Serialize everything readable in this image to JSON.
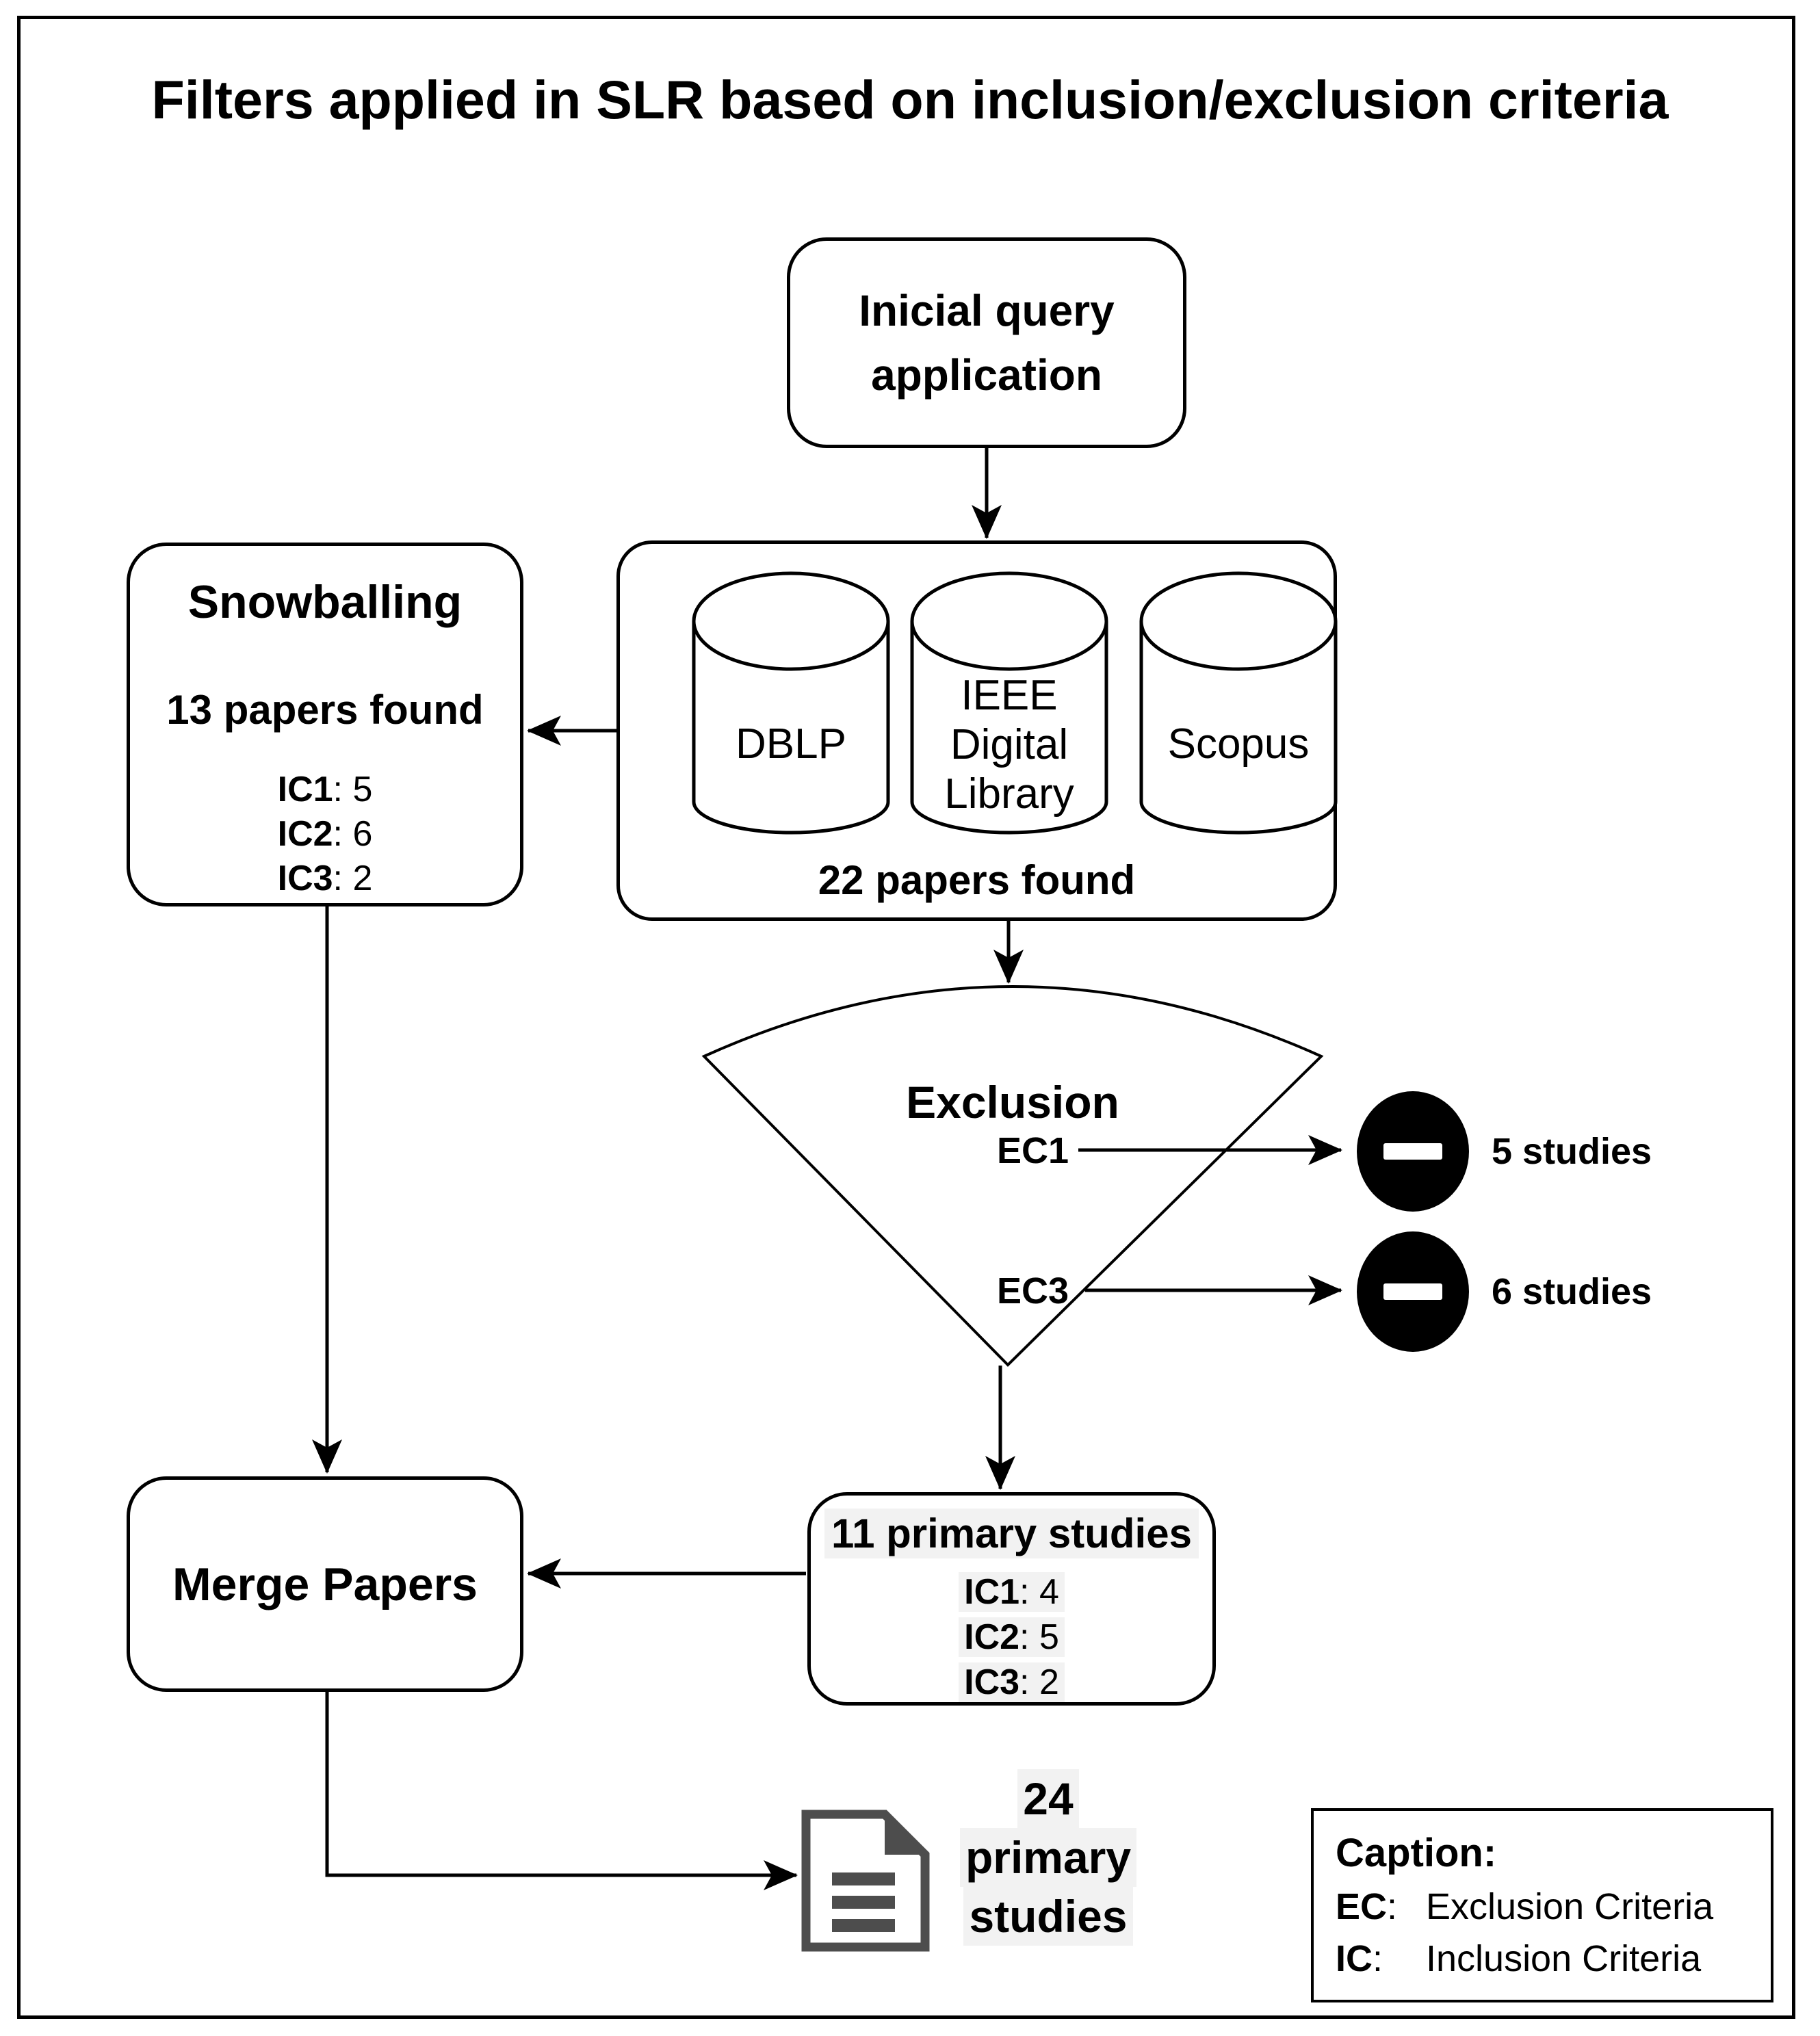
{
  "title": "Filters applied in SLR based on inclusion/exclusion criteria",
  "sep": {
    "colon_space": ": ",
    "colon": ":"
  },
  "initial_query": {
    "label": "Inicial query\napplication"
  },
  "databases": {
    "cylinders": [
      {
        "name": "DBLP"
      },
      {
        "name": "IEEE\nDigital\nLibrary"
      },
      {
        "name": "Scopus"
      }
    ],
    "result": "22 papers found"
  },
  "snowballing": {
    "title": "Snowballing",
    "found": "13 papers found",
    "criteria": [
      {
        "label": "IC1",
        "value": "5"
      },
      {
        "label": "IC2",
        "value": "6"
      },
      {
        "label": "IC3",
        "value": "2"
      }
    ]
  },
  "exclusion": {
    "title": "Exclusion",
    "rows": [
      {
        "label": "EC1",
        "removed": "5 studies"
      },
      {
        "label": "EC3",
        "removed": "6 studies"
      }
    ]
  },
  "primary": {
    "title": "11 primary studies",
    "criteria": [
      {
        "label": "IC1",
        "value": "4"
      },
      {
        "label": "IC2",
        "value": "5"
      },
      {
        "label": "IC3",
        "value": "2"
      }
    ]
  },
  "merge": {
    "label": "Merge Papers"
  },
  "final": {
    "lines": [
      "24",
      "primary",
      "studies"
    ]
  },
  "caption": {
    "title": "Caption:",
    "entries": [
      {
        "abbr": "EC",
        "meaning": "Exclusion Criteria"
      },
      {
        "abbr": "IC",
        "meaning": "Inclusion Criteria"
      }
    ]
  },
  "icons": {
    "minus_circle": "minus-icon",
    "document": "document-icon"
  },
  "colors": {
    "stroke": "#000000",
    "doc_icon": "#4d4d4d",
    "highlight": "#f2f2f2"
  }
}
